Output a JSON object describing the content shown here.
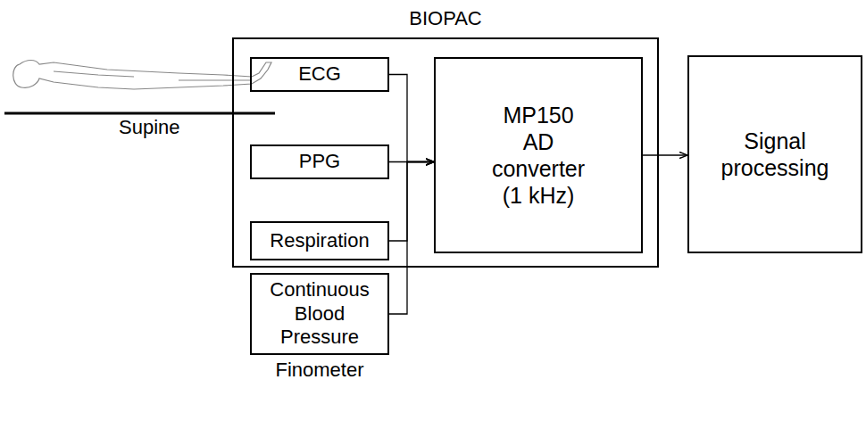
{
  "diagram": {
    "nodes": [
      {
        "text": [
          "BIOPAC"
        ]
      },
      {
        "text": [
          "ECG"
        ],
        "in": 0
      },
      {
        "text": [
          "PPG"
        ],
        "in": 0
      },
      {
        "text": [
          "Respiration"
        ],
        "in": 0
      },
      {
        "text": [
          "MP150 AD converter (1 kHz)"
        ],
        "in": 0
      },
      {
        "text": [
          "Signal processing"
        ]
      },
      {
        "text": [
          "Continuous Blood Pressure",
          "Finometer"
        ]
      }
    ],
    "edges": [
      {
        "from": 1,
        "to": 4,
        "arrow": "to"
      },
      {
        "from": 2,
        "to": 4,
        "arrow": "to"
      },
      {
        "from": 3,
        "to": 4,
        "arrow": "to"
      },
      {
        "from": 4,
        "to": 5,
        "arrow": "to"
      },
      {
        "from": 6,
        "to": 4,
        "arrow": "to"
      }
    ],
    "labels": [
      "Supine"
    ]
  }
}
